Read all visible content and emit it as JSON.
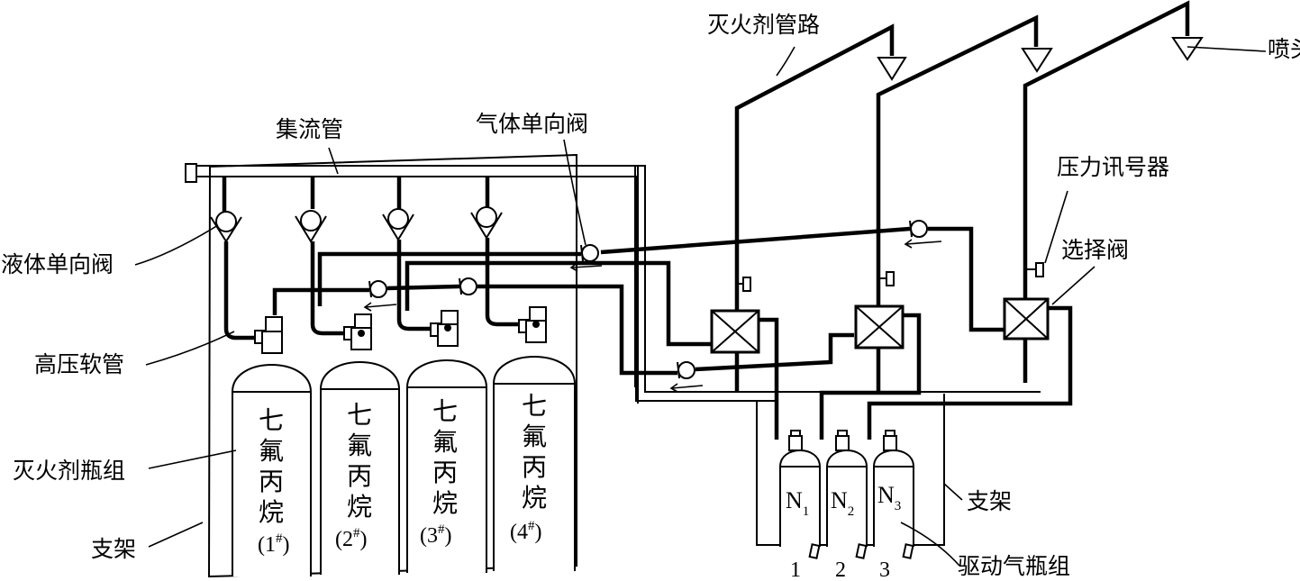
{
  "labels": {
    "extinguishing_pipeline": "灭火剂管路",
    "nozzle": "喷头",
    "manifold": "集流管",
    "gas_check_valve": "气体单向阀",
    "pressure_signaler": "压力讯号器",
    "liquid_check_valve": "液体单向阀",
    "selector_valve": "选择阀",
    "high_pressure_hose": "高压软管",
    "agent_cylinder_group": "灭火剂瓶组",
    "left_rack": "支架",
    "right_rack": "支架",
    "driver_cylinder_group": "驱动气瓶组"
  },
  "agent_cylinders": [
    {
      "c1": "七",
      "c2": "氟",
      "c3": "丙",
      "c4": "烷",
      "num": "1",
      "mark": "#"
    },
    {
      "c1": "七",
      "c2": "氟",
      "c3": "丙",
      "c4": "烷",
      "num": "2",
      "mark": "#"
    },
    {
      "c1": "七",
      "c2": "氟",
      "c3": "丙",
      "c4": "烷",
      "num": "3",
      "mark": "#"
    },
    {
      "c1": "七",
      "c2": "氟",
      "c3": "丙",
      "c4": "烷",
      "num": "4",
      "mark": "#"
    }
  ],
  "driver_cylinders": [
    {
      "letter": "N",
      "sub": "1",
      "num": "1"
    },
    {
      "letter": "N",
      "sub": "2",
      "num": "2"
    },
    {
      "letter": "N",
      "sub": "3",
      "num": "3"
    }
  ]
}
